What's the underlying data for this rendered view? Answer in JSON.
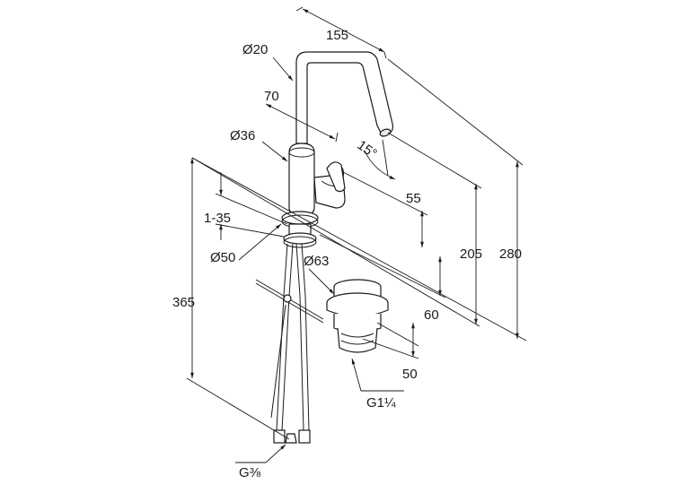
{
  "diagram": {
    "dimensions": {
      "spout_reach": "155",
      "spout_diameter": "Ø20",
      "spout_offset": "70",
      "body_diameter": "Ø36",
      "swivel_angle": "15°",
      "lever_height": "55",
      "deck_thickness": "1-35",
      "base_diameter": "Ø50",
      "waste_diameter": "Ø63",
      "spout_height": "205",
      "total_height": "280",
      "total_length": "365",
      "base_height": "60",
      "waste_height": "50",
      "waste_thread": "G1¼",
      "hose_thread": "G⅜"
    }
  }
}
